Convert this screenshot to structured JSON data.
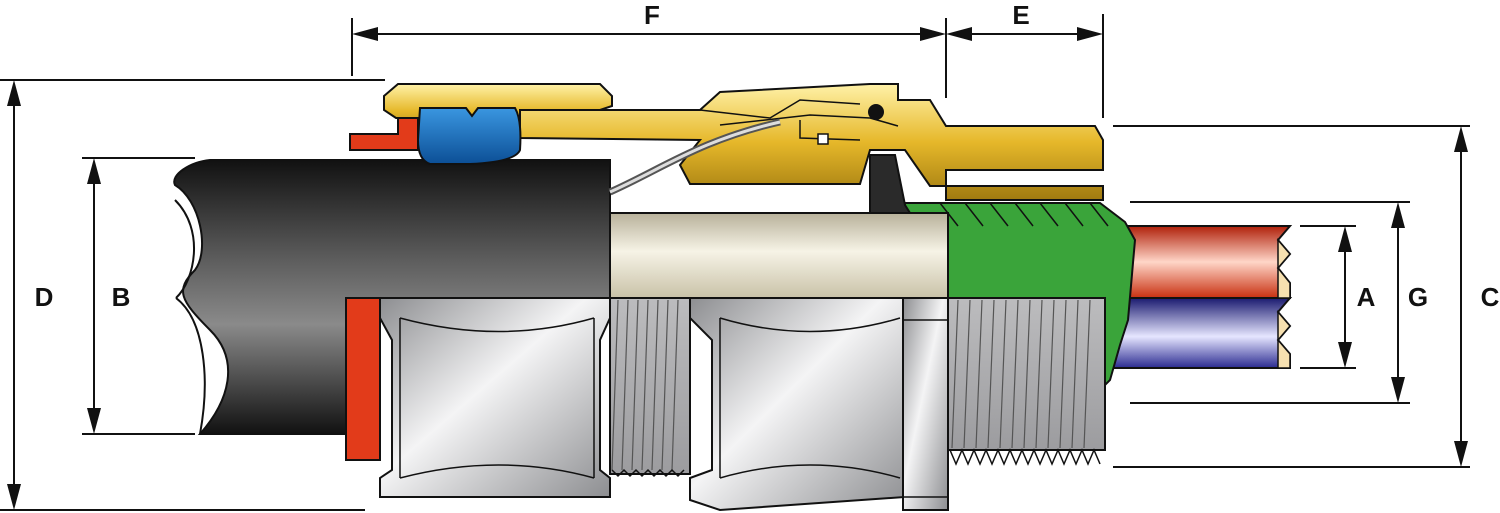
{
  "labels": {
    "F": "F",
    "E": "E",
    "D": "D",
    "B": "B",
    "A": "A",
    "G": "G",
    "C": "C"
  },
  "colors": {
    "brass": "#e2b72a",
    "brass_dark": "#9a7408",
    "cable_black": "#262626",
    "sheath_beige": "#e9e4cf",
    "seal_blue": "#1e78c8",
    "seal_red": "#e23b1a",
    "seal_green": "#3aa43a",
    "core_red": "#e04020",
    "core_blue": "#3a3aa8",
    "steel": "#c9cacc",
    "steel_dark": "#8c8d90"
  }
}
